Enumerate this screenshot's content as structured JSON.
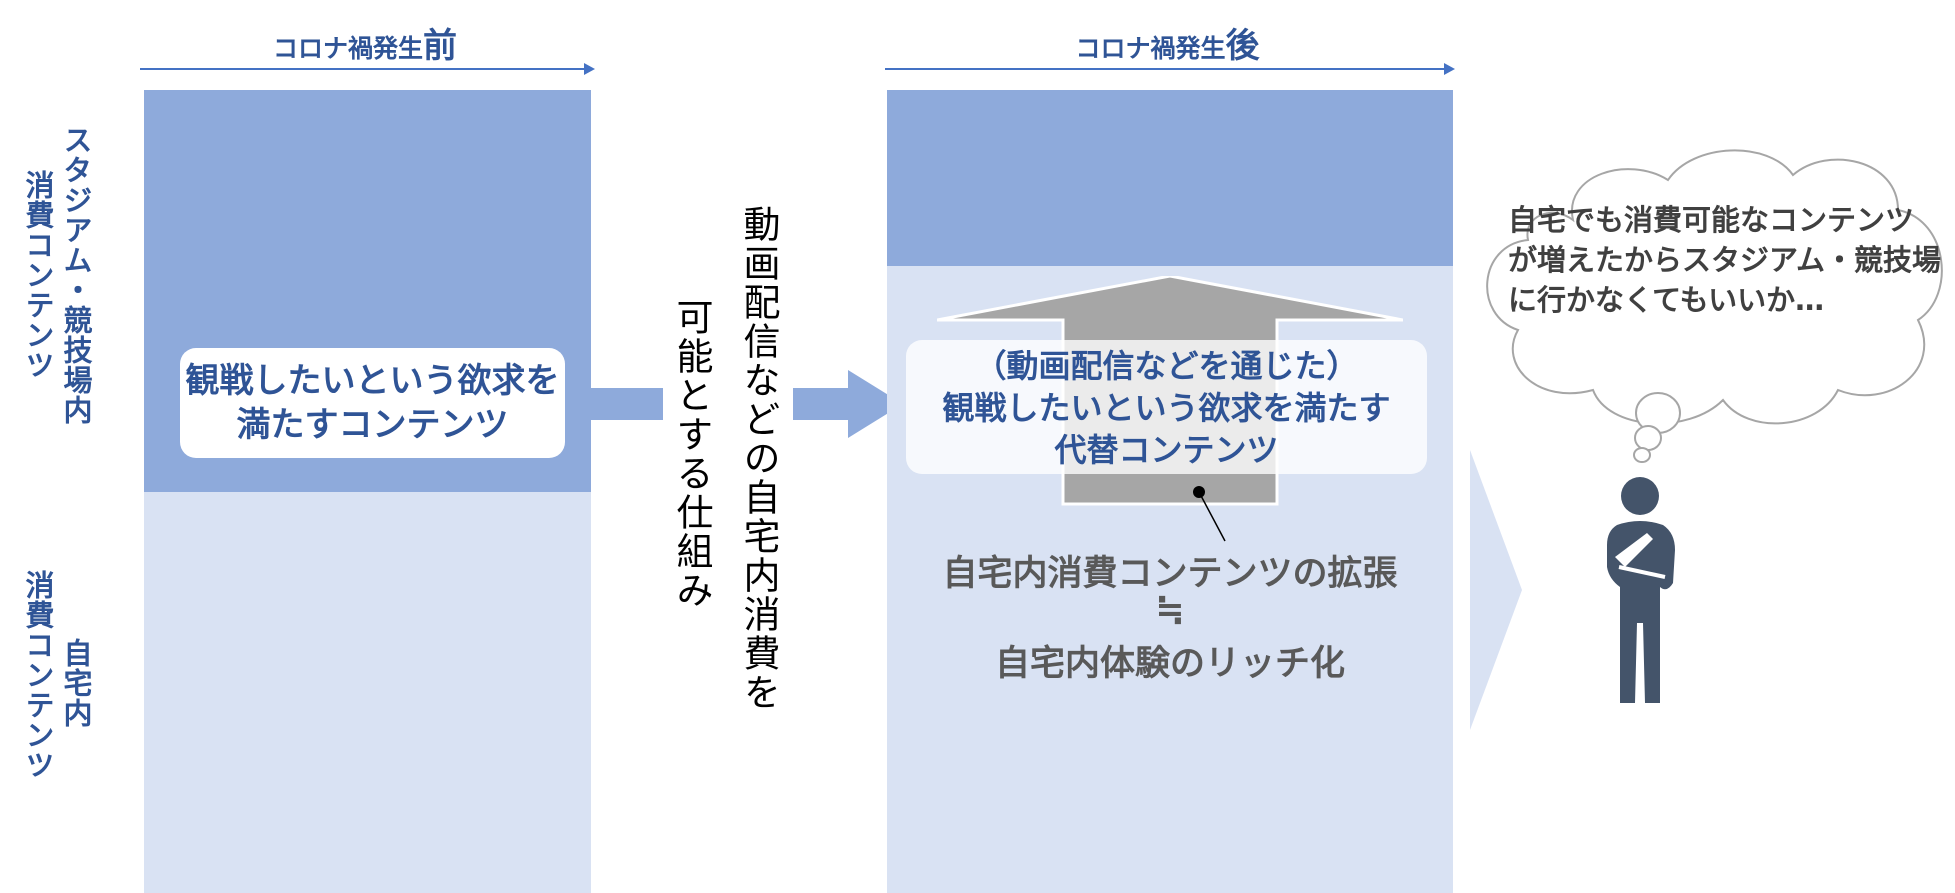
{
  "before_header": {
    "prefix": "コロナ禍発生",
    "emph": "前"
  },
  "after_header": {
    "prefix": "コロナ禍発生",
    "emph": "後"
  },
  "row_labels": {
    "stadium": "スタジアム・競技場内",
    "stadium_sub": "消費コンテンツ",
    "home": "自宅内",
    "home_sub": "消費コンテンツ"
  },
  "before_box": {
    "line1": "観戦したいという欲求を",
    "line2": "満たすコンテンツ"
  },
  "mechanism": {
    "line1": "動画配信などの自宅内消費を",
    "line2": "可能とする仕組み"
  },
  "after_box": {
    "line1": "（動画配信などを通じた）",
    "line2": "観戦したいという欲求を満たす",
    "line3": "代替コンテンツ"
  },
  "expansion": {
    "line1": "自宅内消費コンテンツの拡張",
    "symbol": "≒",
    "line2": "自宅内体験のリッチ化"
  },
  "thought": {
    "line1": "自宅でも消費可能なコンテンツ",
    "line2": "が増えたからスタジアム・競技場",
    "line3": "に行かなくてもいいか…"
  },
  "colors": {
    "dark_blue": "#8eaadb",
    "light_blue": "#d9e2f3",
    "title_blue": "#2f5496",
    "person": "#44546a"
  },
  "icons": [
    "right-arrow-icon",
    "up-arrow-icon",
    "chevron-arrow-icon",
    "thought-cloud-icon",
    "person-thinking-icon"
  ]
}
